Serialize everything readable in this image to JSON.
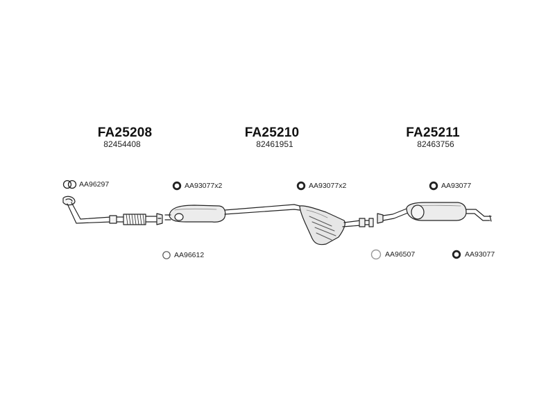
{
  "sections": [
    {
      "code": "FA25208",
      "number": "82454408"
    },
    {
      "code": "FA25210",
      "number": "82461951"
    },
    {
      "code": "FA25211",
      "number": "82463756"
    }
  ],
  "parts": {
    "gasket_front": "AA96297",
    "clamp_1": "AA93077x2",
    "clamp_2": "AA93077x2",
    "clamp_3": "AA93077",
    "ring_1": "AA96612",
    "ring_2": "AA96507",
    "clamp_4": "AA93077"
  }
}
